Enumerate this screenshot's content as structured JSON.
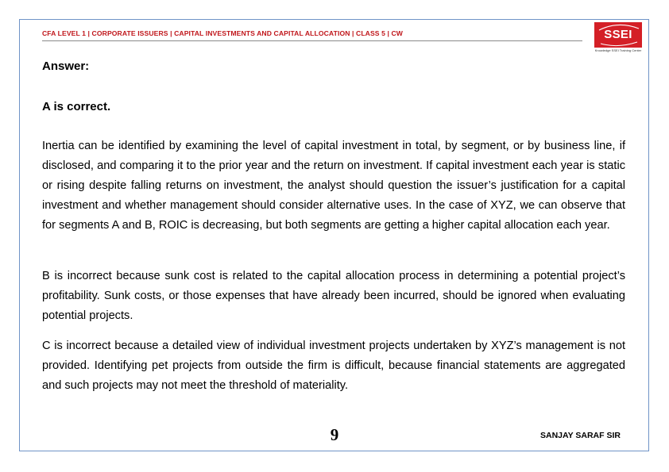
{
  "header": {
    "title": "CFA LEVEL 1 | CORPORATE ISSUERS | CAPITAL INVESTMENTS AND CAPITAL ALLOCATION | CLASS 5 | CW",
    "logo_text": "SSEI",
    "logo_tagline": "Knowledge SSEI Training Center"
  },
  "content": {
    "answer_label": "Answer:",
    "correct_label": "A is correct.",
    "paragraphs": [
      "Inertia can be identified by examining the level of capital investment in total, by segment, or by business line, if disclosed, and comparing it to the prior year and the return on investment. If capital investment each year is static or rising despite falling returns on investment, the analyst should question the issuer’s justification for a capital investment and whether management should consider alternative uses. In the case of XYZ, we can observe that for segments A and B, ROIC is decreasing, but both segments are getting a higher capital allocation each year.",
      "B is incorrect because sunk cost is related to the capital allocation process in determining a potential project’s profitability. Sunk costs, or those expenses that have already been incurred, should be ignored when evaluating potential projects.",
      "C is incorrect because a detailed view of individual investment projects undertaken by XYZ’s management is not provided. Identifying pet projects from outside the firm is difficult, because financial statements are aggregated and such projects may not meet the threshold of materiality."
    ]
  },
  "footer": {
    "page_number": "9",
    "author": "SANJAY SARAF SIR"
  },
  "colors": {
    "header_text": "#c0161b",
    "frame_border": "#6f93c7",
    "logo_bg": "#d41f26"
  }
}
